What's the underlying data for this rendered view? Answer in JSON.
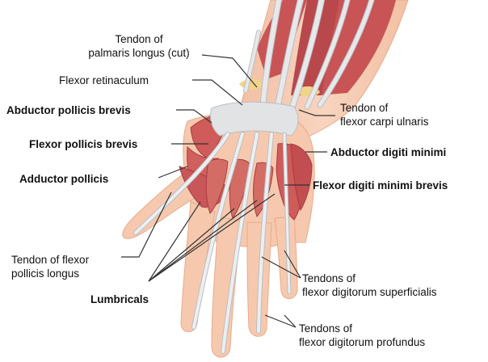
{
  "labels": {
    "palmaris": {
      "line1": "Tendon of",
      "line2": "palmaris longus (cut)"
    },
    "retinaculum": "Flexor retinaculum",
    "abd_poll_brevis": "Abductor pollicis brevis",
    "flex_poll_brevis": "Flexor pollicis brevis",
    "adductor_pollicis": "Adductor pollicis",
    "fcu": {
      "line1": "Tendon of",
      "line2": "flexor carpi ulnaris"
    },
    "abd_digiti_minimi": "Abductor digiti minimi",
    "flex_digiti_minimi": "Flexor digiti minimi brevis",
    "fpl": {
      "line1": "Tendon of flexor",
      "line2": "pollicis longus"
    },
    "lumbricals": "Lumbricals",
    "fds": {
      "line1": "Tendons of",
      "line2": "flexor digitorum superficialis"
    },
    "fdp": {
      "line1": "Tendons of",
      "line2": "flexor digitorum profundus"
    }
  },
  "colors": {
    "skin": "#f6c9ae",
    "skin_edge": "#eaa98a",
    "muscle": "#cf5b5a",
    "muscle_dark": "#a83b3d",
    "tendon": "#e6e8ea",
    "tendon_edge": "#b9bec3",
    "fat": "#f1d487",
    "leader": "#333333"
  }
}
